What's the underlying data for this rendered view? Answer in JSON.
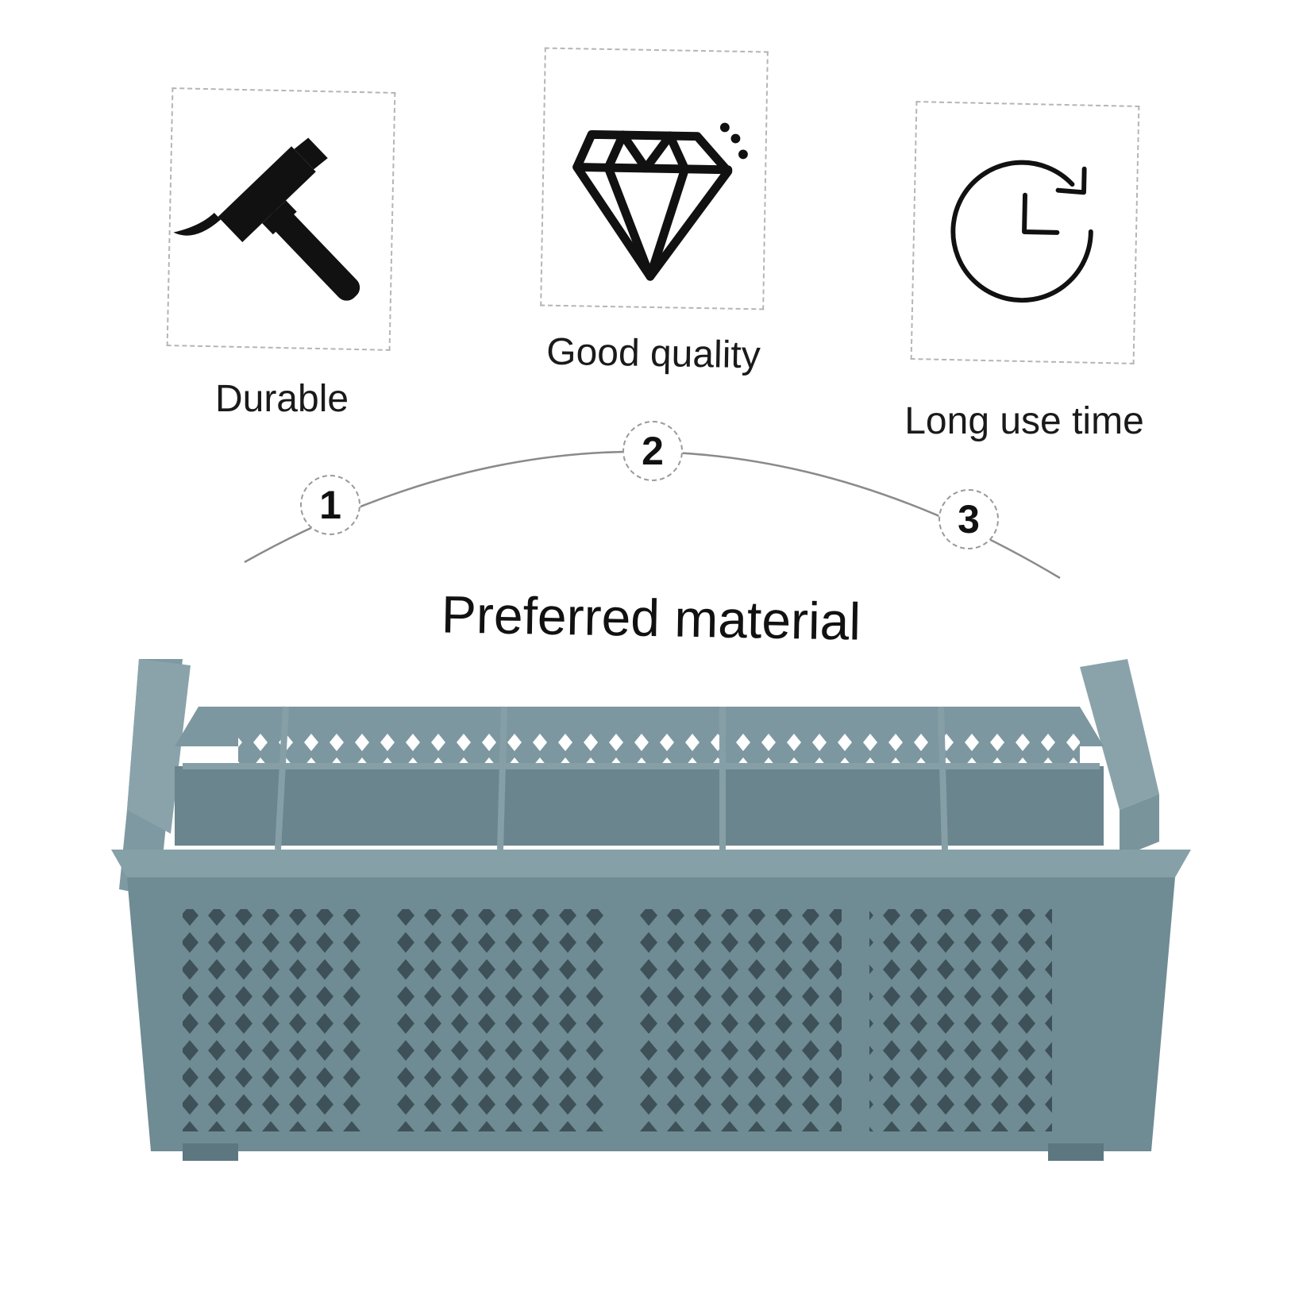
{
  "features": [
    {
      "label": "Durable",
      "icon": "hammer-icon",
      "step": "1"
    },
    {
      "label": "Good quality",
      "icon": "diamond-icon",
      "step": "2"
    },
    {
      "label": "Long use time",
      "icon": "clock-refresh-icon",
      "step": "3"
    }
  ],
  "headline": "Preferred material",
  "colors": {
    "basket": "#6f8b94",
    "basket_dark": "#556f78",
    "icon": "#111111",
    "dashed_border": "#b5b5b5",
    "arc": "#8a8a8a"
  }
}
